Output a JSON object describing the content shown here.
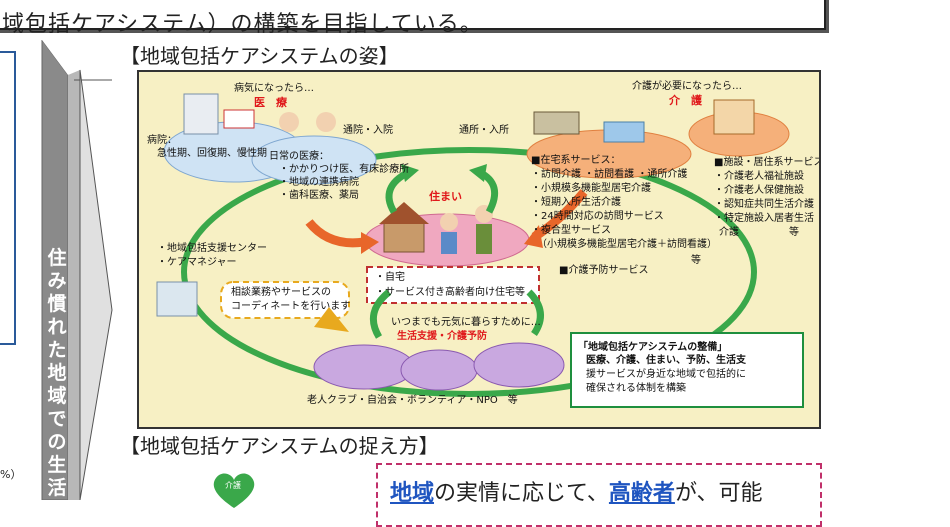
{
  "banner": {
    "text": "域包括ケアシステム）の構築を目指している。"
  },
  "left": {
    "pct": "%）",
    "paren": ")"
  },
  "arrow_text": [
    "住",
    "み",
    "慣",
    "れ",
    "た",
    "地",
    "域",
    "で",
    "の",
    "生",
    "活"
  ],
  "sections": {
    "title1": "【地域包括ケアシステムの姿】",
    "title2": "【地域包括ケアシステムの捉え方】"
  },
  "figure": {
    "sick_label": "病気になったら…",
    "iryo": "医　療",
    "byoin": [
      "病院：",
      "急性期、回復期、慢性期"
    ],
    "nichijo": [
      "日常の医療：",
      "・かかりつけ医、有床診療所",
      "・地域の連携病院",
      "・歯科医療、薬局"
    ],
    "tsuin": "通院・入院",
    "tsusho": "通所・入所",
    "kaigo_need": "介護が必要になったら…",
    "kaigo": "介　護",
    "zaitaku": [
      "■在宅系サービス：",
      "・訪問介護 ・訪問看護 ・通所介護",
      "・小規模多機能型居宅介護",
      "・短期入所生活介護",
      "・24時間対応の訪問サービス",
      "・複合型サービス",
      "（小規模多機能型居宅介護＋訪問看護）",
      "等"
    ],
    "shisetsu": [
      "■施設・居住系サービス",
      "・介護老人福祉施設",
      "・介護老人保健施設",
      "・認知症共同生活介護",
      "・特定施設入居者生活",
      "介護　　　　　等"
    ],
    "yobo": "■介護予防サービス",
    "sumai": "住まい",
    "home": [
      "・自宅",
      "・サービス付き高齢者向け住宅等"
    ],
    "center": [
      "・地域包括支援センター",
      "・ケアマネジャー"
    ],
    "soudan": [
      "相談業務やサービスの",
      "コーディネートを行います"
    ],
    "itsumademo": "いつまでも元気に暮らすために…",
    "seikatsu": "生活支援・介護予防",
    "roujin": "老人クラブ・自治会・ボランティア・NPO　等",
    "green_title": "「地域包括ケアシステムの整備」",
    "green_lines": [
      "医療、介護、住まい、予防、生活支",
      "援サービスが身近な地域で包括的に",
      "確保される体制を構築"
    ]
  },
  "bottom": {
    "heart_label": "介護",
    "part1": "地域",
    "part2": "の実情に応じて、",
    "part3": "高齢者",
    "part4": "が、可能"
  },
  "colors": {
    "figure_bg": "#f7f0c4",
    "ring_green": "#3aa84a",
    "arrow_orange": "#e8662a",
    "arrow_green": "#3aa84a",
    "medical_blue": "#cfe3f4",
    "care_orange": "#f5b07a",
    "dashed_border": "#c0306a"
  }
}
